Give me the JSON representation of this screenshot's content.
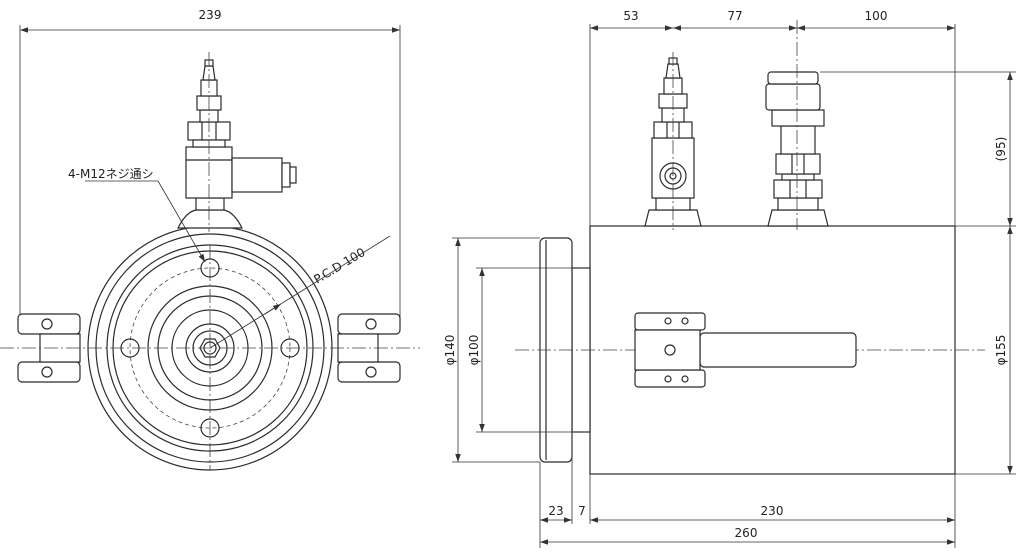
{
  "front_view": {
    "overall_width": "239",
    "hole_note": "4-M12ネジ通シ",
    "pcd_note": "P.C.D 100"
  },
  "side_view": {
    "top_dims": [
      "53",
      "77",
      "100"
    ],
    "height_dim": "(95)",
    "flange_dia": "φ140",
    "bore_dia": "φ100",
    "body_dia": "φ155",
    "bottom_dims": [
      "23",
      "7",
      "230"
    ],
    "overall_length": "260"
  }
}
